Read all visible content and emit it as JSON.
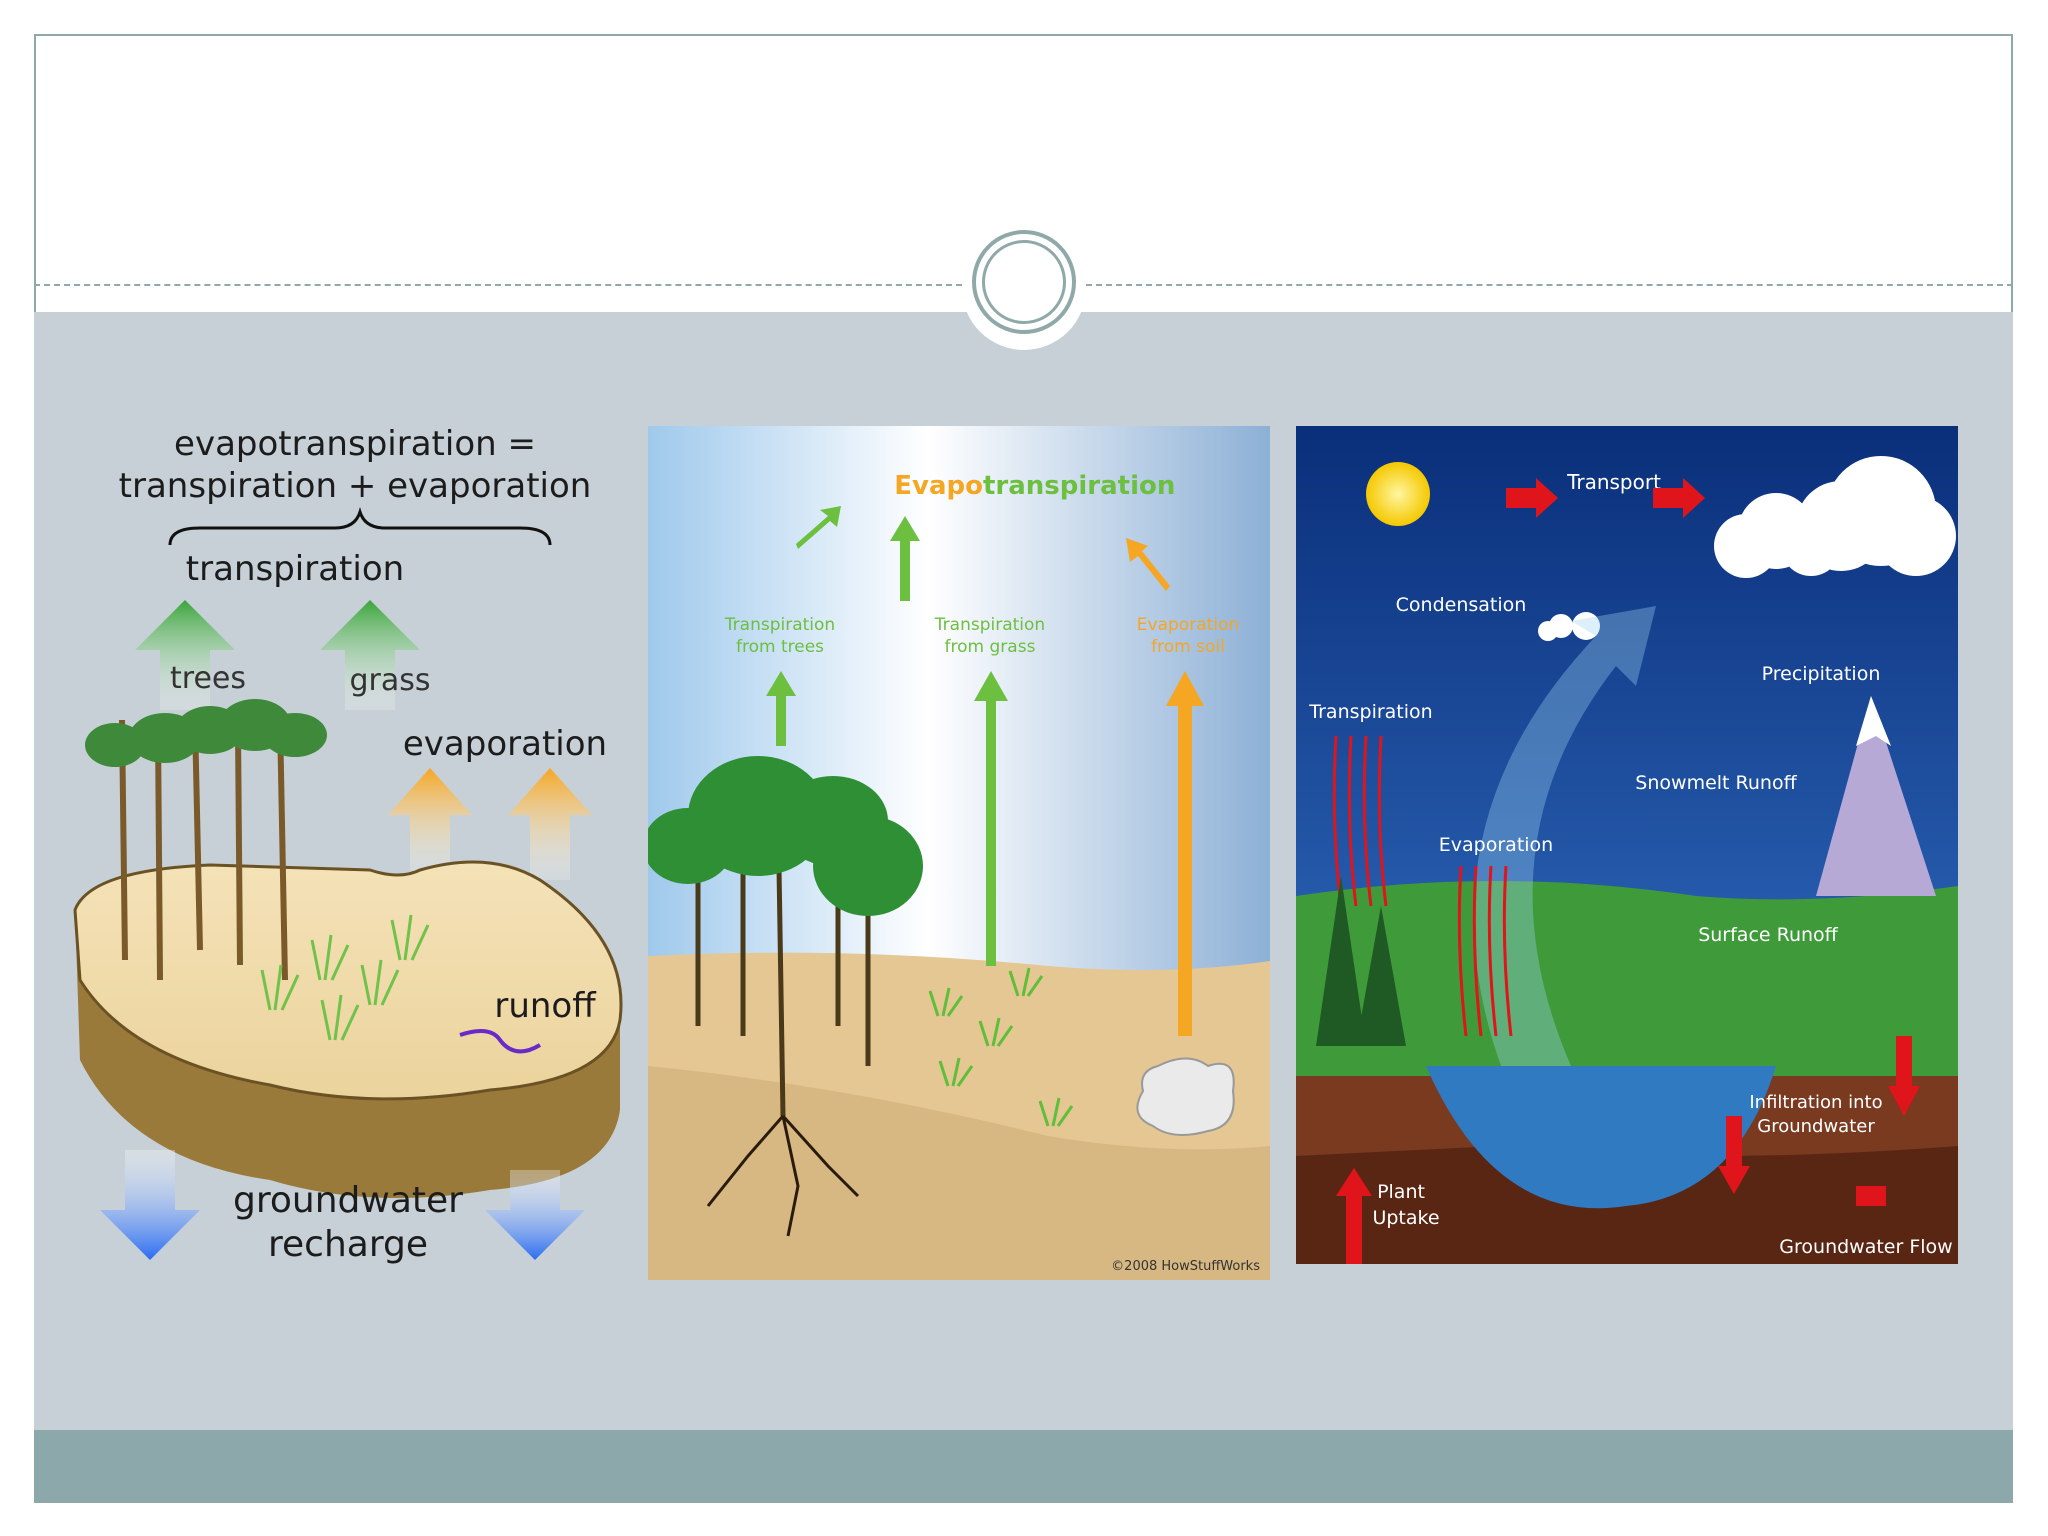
{
  "panel1": {
    "equation_line1": "evapotranspiration =",
    "equation_line2": "transpiration + evaporation",
    "transpiration_label": "transpiration",
    "trees_label": "trees",
    "grass_label": "grass",
    "evaporation_label": "evaporation",
    "runoff_label": "runoff",
    "groundwater_line1": "groundwater",
    "groundwater_line2": "recharge"
  },
  "panel2": {
    "title_part1": "Evapo",
    "title_part2": "transpiration",
    "trees_line1": "Transpiration",
    "trees_line2": "from trees",
    "grass_line1": "Transpiration",
    "grass_line2": "from grass",
    "soil_line1": "Evaporation",
    "soil_line2": "from soil",
    "copyright": "©2008 HowStuffWorks"
  },
  "panel3": {
    "transport": "Transport",
    "condensation": "Condensation",
    "precipitation": "Precipitation",
    "transpiration": "Transpiration",
    "snowmelt": "Snowmelt Runoff",
    "evaporation": "Evaporation",
    "surface_runoff": "Surface Runoff",
    "infiltration_line1": "Infiltration into",
    "infiltration_line2": "Groundwater",
    "plant_line1": "Plant",
    "plant_line2": "Uptake",
    "groundwater_flow": "Groundwater Flow"
  },
  "colors": {
    "band": "#c6d0d6",
    "footer": "#8ca8aa",
    "accent": "#8fa9a8",
    "green_arrow": "#6cbf3f",
    "orange_arrow": "#f5a623",
    "red_arrow": "#e0141b"
  }
}
